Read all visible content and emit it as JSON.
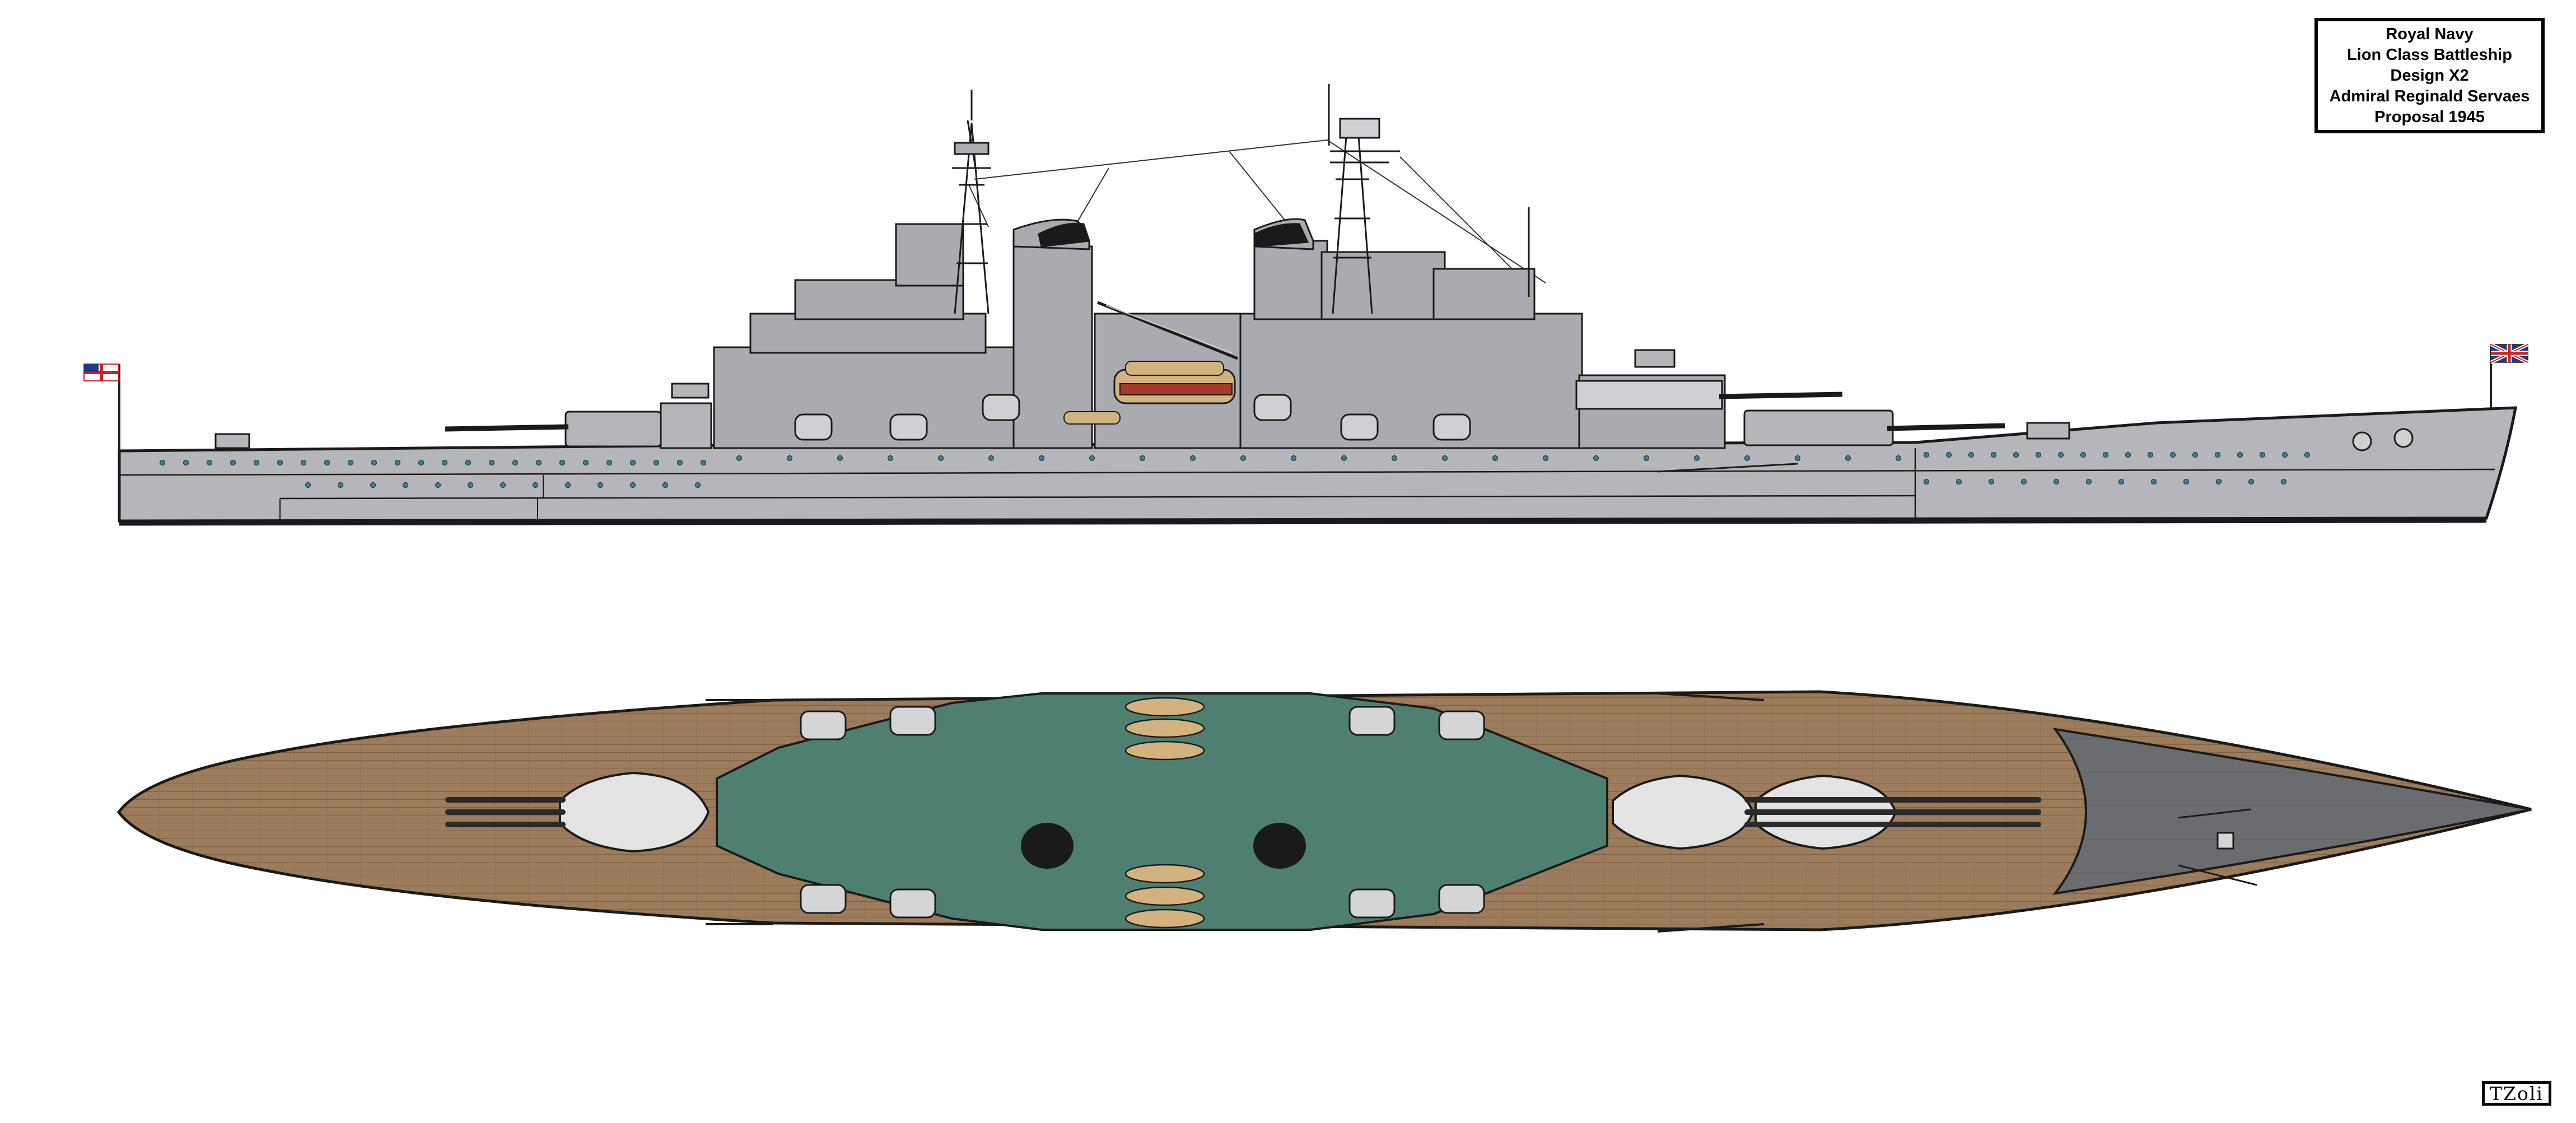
{
  "title_box": {
    "lines": [
      "Royal Navy",
      "Lion Class Battleship",
      "Design X2",
      "Admiral Reginald Servaes",
      "Proposal 1945"
    ]
  },
  "signature": "TZoli",
  "colors": {
    "hull_grey": "#b4b6ba",
    "superstructure_grey": "#a9abb0",
    "deck_wood": "#9c7c5b",
    "deck_green": "#4e7f70",
    "forecastle_grey": "#6b6c70",
    "outline": "#1a1a1a",
    "porthole": "#3a7f90",
    "boat_tan": "#d2b27e",
    "boat_red": "#a33a2c"
  },
  "views": {
    "profile": "side-profile-view",
    "plan": "top-plan-view"
  }
}
